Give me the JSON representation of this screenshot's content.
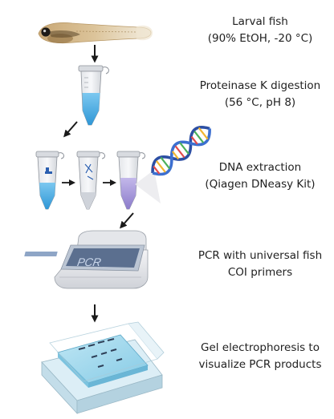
{
  "steps": [
    {
      "line1": "Larval fish",
      "line2": "(90% EtOH, -20 °C)",
      "icon": "larval-fish"
    },
    {
      "line1": "Proteinase K digestion",
      "line2": "(56 °C, pH 8)",
      "icon": "microtube"
    },
    {
      "line1": "DNA extraction",
      "line2": "(Qiagen DNeasy Kit)",
      "icon": "tube-series-dna-helix"
    },
    {
      "line1": "PCR with universal fish",
      "line2": "COI primers",
      "icon": "pcr-thermocycler"
    },
    {
      "line1": "Gel electrophoresis to",
      "line2": "visualize PCR products",
      "icon": "gel-box"
    }
  ],
  "pcr_label": "PCR",
  "colors": {
    "liquid": "#4fb3e8",
    "liquid_purple": "#a89ad8",
    "dna_blue": "#2c4fa3",
    "arrow": "#1a1a1a",
    "gel": "#9fd6ec"
  }
}
